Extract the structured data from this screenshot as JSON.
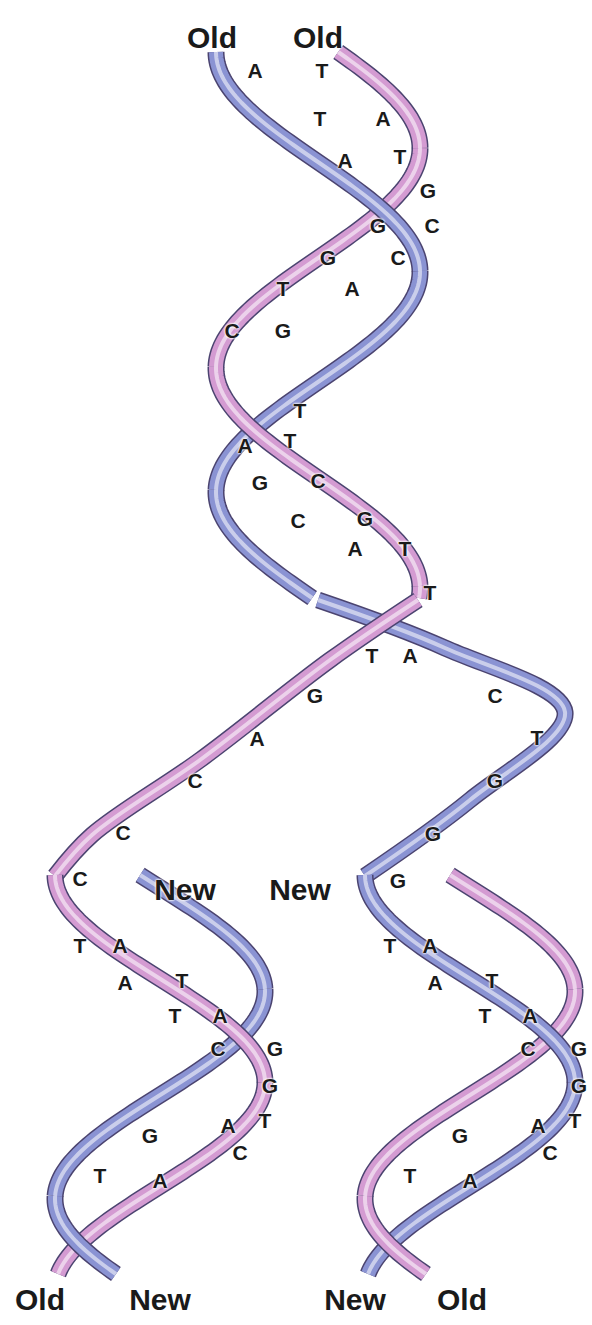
{
  "diagram": {
    "labels": [
      "Old",
      "Old",
      "A",
      "T",
      "T",
      "A",
      "A",
      "T",
      "G",
      "G",
      "C",
      "G",
      "C",
      "T",
      "A",
      "C",
      "G",
      "T",
      "A",
      "T",
      "G",
      "C",
      "C",
      "G",
      "A",
      "T",
      "T",
      "T",
      "A",
      "G",
      "C",
      "A",
      "T",
      "C",
      "G",
      "C",
      "G",
      "C",
      "New",
      "New",
      "G",
      "T",
      "A",
      "A",
      "T",
      "T",
      "A",
      "C",
      "G",
      "G",
      "A",
      "T",
      "G",
      "C",
      "T",
      "A",
      "T",
      "A",
      "A",
      "T",
      "T",
      "A",
      "C",
      "G",
      "G",
      "A",
      "T",
      "G",
      "C",
      "T",
      "A",
      "Old",
      "New",
      "New",
      "Old"
    ]
  }
}
